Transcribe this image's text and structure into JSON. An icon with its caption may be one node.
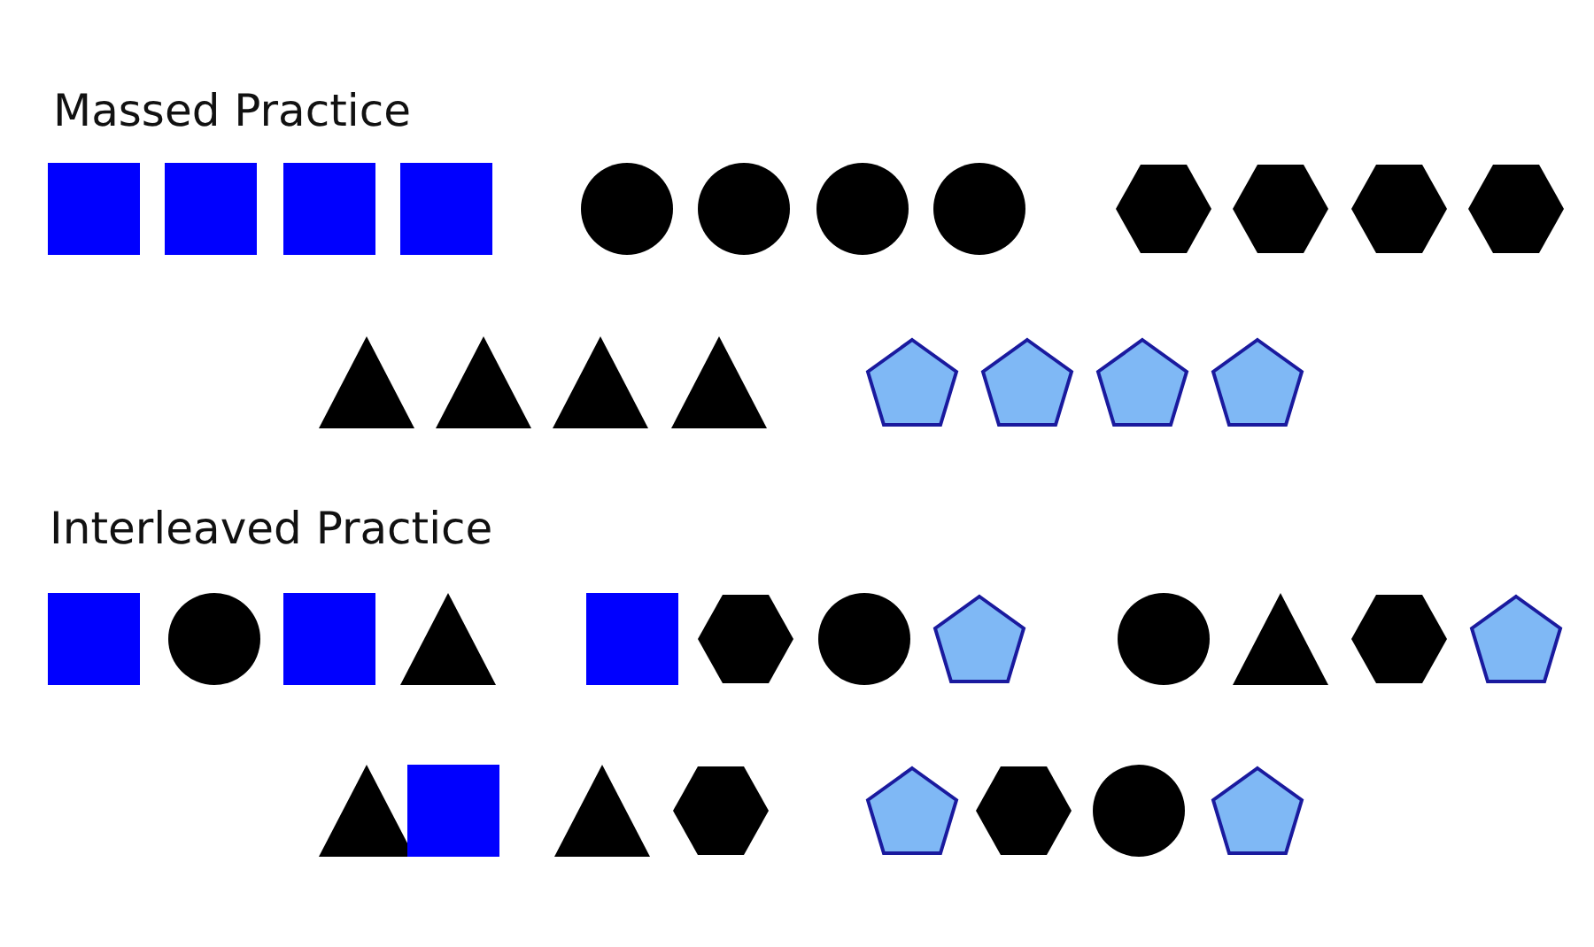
{
  "diagram": {
    "nodes": [
      {
        "text": [],
        "shape": "box"
      },
      {
        "text": [],
        "shape": "box"
      },
      {
        "text": [],
        "shape": "box"
      },
      {
        "text": [],
        "shape": "box"
      },
      {
        "text": [],
        "shape": "circle"
      },
      {
        "text": [],
        "shape": "circle"
      },
      {
        "text": [],
        "shape": "circle"
      },
      {
        "text": [],
        "shape": "circle"
      },
      {
        "text": [],
        "shape": "hexagon"
      },
      {
        "text": [],
        "shape": "hexagon"
      },
      {
        "text": [],
        "shape": "hexagon"
      },
      {
        "text": [],
        "shape": "hexagon"
      },
      {
        "text": [],
        "shape": "triangle"
      },
      {
        "text": [],
        "shape": "triangle"
      },
      {
        "text": [],
        "shape": "triangle"
      },
      {
        "text": [],
        "shape": "triangle"
      },
      {
        "text": [],
        "shape": "pentagon"
      },
      {
        "text": [],
        "shape": "pentagon"
      },
      {
        "text": [],
        "shape": "pentagon"
      },
      {
        "text": [],
        "shape": "pentagon"
      },
      {
        "text": [],
        "shape": "box"
      },
      {
        "text": [],
        "shape": "circle"
      },
      {
        "text": [],
        "shape": "box"
      },
      {
        "text": [],
        "shape": "triangle"
      },
      {
        "text": [],
        "shape": "box"
      },
      {
        "text": [],
        "shape": "hexagon"
      },
      {
        "text": [],
        "shape": "circle"
      },
      {
        "text": [],
        "shape": "pentagon"
      },
      {
        "text": [],
        "shape": "circle"
      },
      {
        "text": [],
        "shape": "triangle"
      },
      {
        "text": [],
        "shape": "hexagon"
      },
      {
        "text": [],
        "shape": "pentagon"
      },
      {
        "text": [],
        "shape": "triangle"
      },
      {
        "text": [],
        "shape": "box"
      },
      {
        "text": [],
        "shape": "triangle"
      },
      {
        "text": [],
        "shape": "hexagon"
      },
      {
        "text": [],
        "shape": "pentagon"
      },
      {
        "text": [],
        "shape": "hexagon"
      },
      {
        "text": [],
        "shape": "circle"
      },
      {
        "text": [],
        "shape": "pentagon"
      }
    ],
    "labels": [
      "Massed Practice",
      "Interleaved Practice"
    ]
  }
}
